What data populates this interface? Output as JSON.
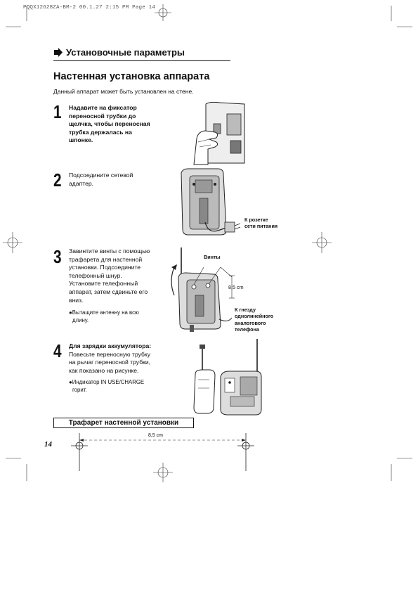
{
  "print_header": "PQQX12628ZA-BM-2  00.1.27 2:15 PM  Page 14",
  "section_title": "Установочные параметры",
  "page_title": "Настенная установка аппарата",
  "intro": "Данный аппарат может быть установлен на стене.",
  "steps": [
    {
      "number": "1",
      "lines": [
        "Надавите на фиксатор",
        "переносной трубки до",
        "щелчка, чтобы переносная",
        "трубка держалась на",
        "шпонке."
      ]
    },
    {
      "number": "2",
      "lines": [
        "Подсоедините сетевой",
        "адаптер."
      ]
    },
    {
      "number": "3",
      "lines": [
        "Завинтите винты с помощью",
        "трафарета для настенной",
        "установки. Подсоедините",
        "телефонный шнур.",
        "Установите телефонный",
        "аппарат, затем сдвиньте его",
        "вниз."
      ],
      "note": [
        "●Вытащите антенну на всю",
        "длину."
      ]
    },
    {
      "number": "4",
      "heading": "Для зарядки аккумулятора:",
      "lines": [
        "Повесьте переносную трубку",
        "на рычаг переносной трубки,",
        "как показано на рисунке."
      ],
      "note": [
        "●Индикатор IN USE/CHARGE",
        "горит."
      ]
    }
  ],
  "captions": {
    "power_outlet": [
      "К розетке",
      "сети питания"
    ],
    "screws": "Винты",
    "distance_small": "8,5 cm",
    "line_jack": [
      "К гнезду",
      "однолинейного",
      "аналогового",
      "телефона"
    ]
  },
  "template_title": "Трафарет настенной установки",
  "page_number": "14",
  "template_distance": "8,5 cm"
}
